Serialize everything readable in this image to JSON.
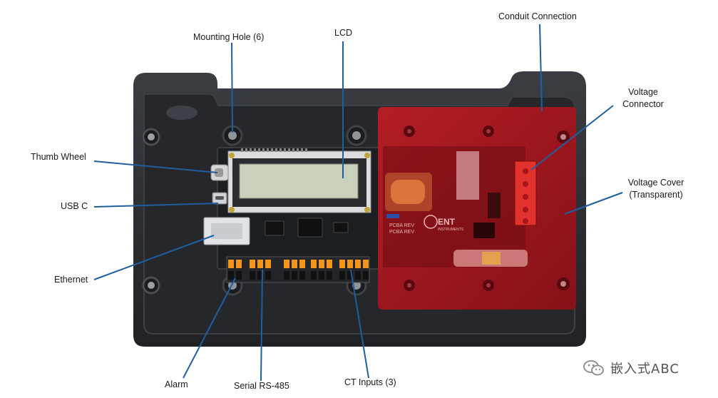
{
  "labels": {
    "conduit": "Conduit Connection",
    "mounting_hole": "Mounting Hole (6)",
    "lcd": "LCD",
    "voltage_connector_1": "Voltage",
    "voltage_connector_2": "Connector",
    "thumb_wheel": "Thumb Wheel",
    "usb_c": "USB C",
    "voltage_cover_1": "Voltage Cover",
    "voltage_cover_2": "(Transparent)",
    "ethernet": "Ethernet",
    "alarm": "Alarm",
    "serial": "Serial RS-485",
    "ct_inputs": "CT Inputs (3)"
  },
  "board": {
    "pcba_line1": "PCBA  REV",
    "pcba_line2": "PCBA  REV",
    "brand": "ENT",
    "brand_sub": "INSTRUMENTS"
  },
  "watermark": "嵌入式ABC",
  "colors": {
    "enclosure": "#2b2d31",
    "cover": "#b3141c",
    "pcb": "#1c1f22",
    "lcd": "#c7d1bd",
    "leader": "#1f5f9f",
    "terminal": "#f2951a"
  }
}
